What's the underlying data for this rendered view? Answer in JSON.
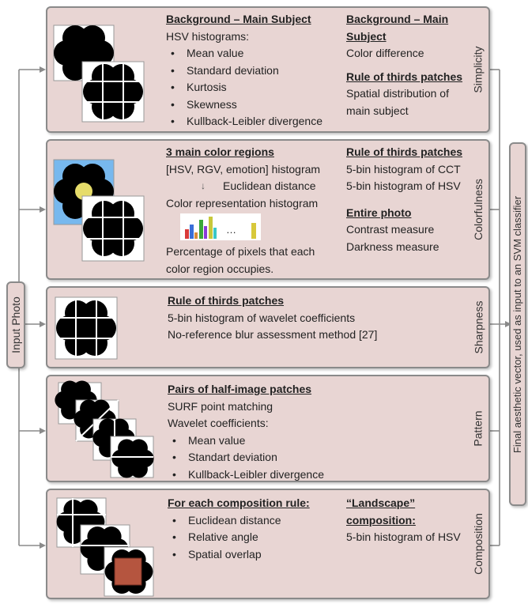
{
  "input_label": "Input Photo",
  "output_label": "Final aesthetic vector, used as input to an SVM classifier",
  "simplicity": {
    "label": "Simplicity",
    "col1_heading": "Background – Main Subject",
    "col1_intro": "HSV histograms:",
    "col1_items": [
      "Mean value",
      "Standard deviation",
      "Kurtosis",
      "Skewness",
      "Kullback-Leibler divergence"
    ],
    "col2_heading": "Background – Main Subject",
    "col2_line": "Color difference",
    "col2_heading2": "Rule of thirds patches",
    "col2_line2": "Spatial distribution of main subject"
  },
  "colorfulness": {
    "label": "Colorfulness",
    "col1_heading": "3 main color regions",
    "col1_line1": "[HSV, RGV, emotion] histogram",
    "col1_arrow": "↓",
    "col1_line2": "Euclidean distance",
    "col1_line3": "Color representation histogram",
    "col1_ellipsis": "…",
    "col1_line4": "Percentage of pixels that each color region occupies.",
    "col2_heading": "Rule of thirds patches",
    "col2_line1": "5-bin histogram of CCT",
    "col2_line2": "5-bin histogram of HSV",
    "col2_heading2": "Entire photo",
    "col2_line3": "Contrast measure",
    "col2_line4": "Darkness measure"
  },
  "sharpness": {
    "label": "Sharpness",
    "heading": "Rule of thirds patches",
    "line1": "5-bin histogram of wavelet coefficients",
    "line2": "No-reference blur assessment method [27]"
  },
  "pattern": {
    "label": "Pattern",
    "heading": "Pairs of half-image patches",
    "line1": "SURF point matching",
    "line2": "Wavelet coefficients:",
    "items": [
      "Mean value",
      "Standart deviation",
      "Kullback-Leibler divergence"
    ]
  },
  "composition": {
    "label": "Composition",
    "col1_heading": "For each composition rule:",
    "col1_items": [
      "Euclidean distance",
      "Relative angle",
      "Spatial overlap"
    ],
    "col2_heading": "“Landscape” composition:",
    "col2_line": "5-bin histogram of HSV"
  },
  "colors": {
    "panel_fill": "#e8d5d3",
    "panel_border": "#8a8a8a",
    "sky_blue": "#77b8ee",
    "flower_center": "#e6dc6a",
    "composition_square": "#b5553f"
  }
}
